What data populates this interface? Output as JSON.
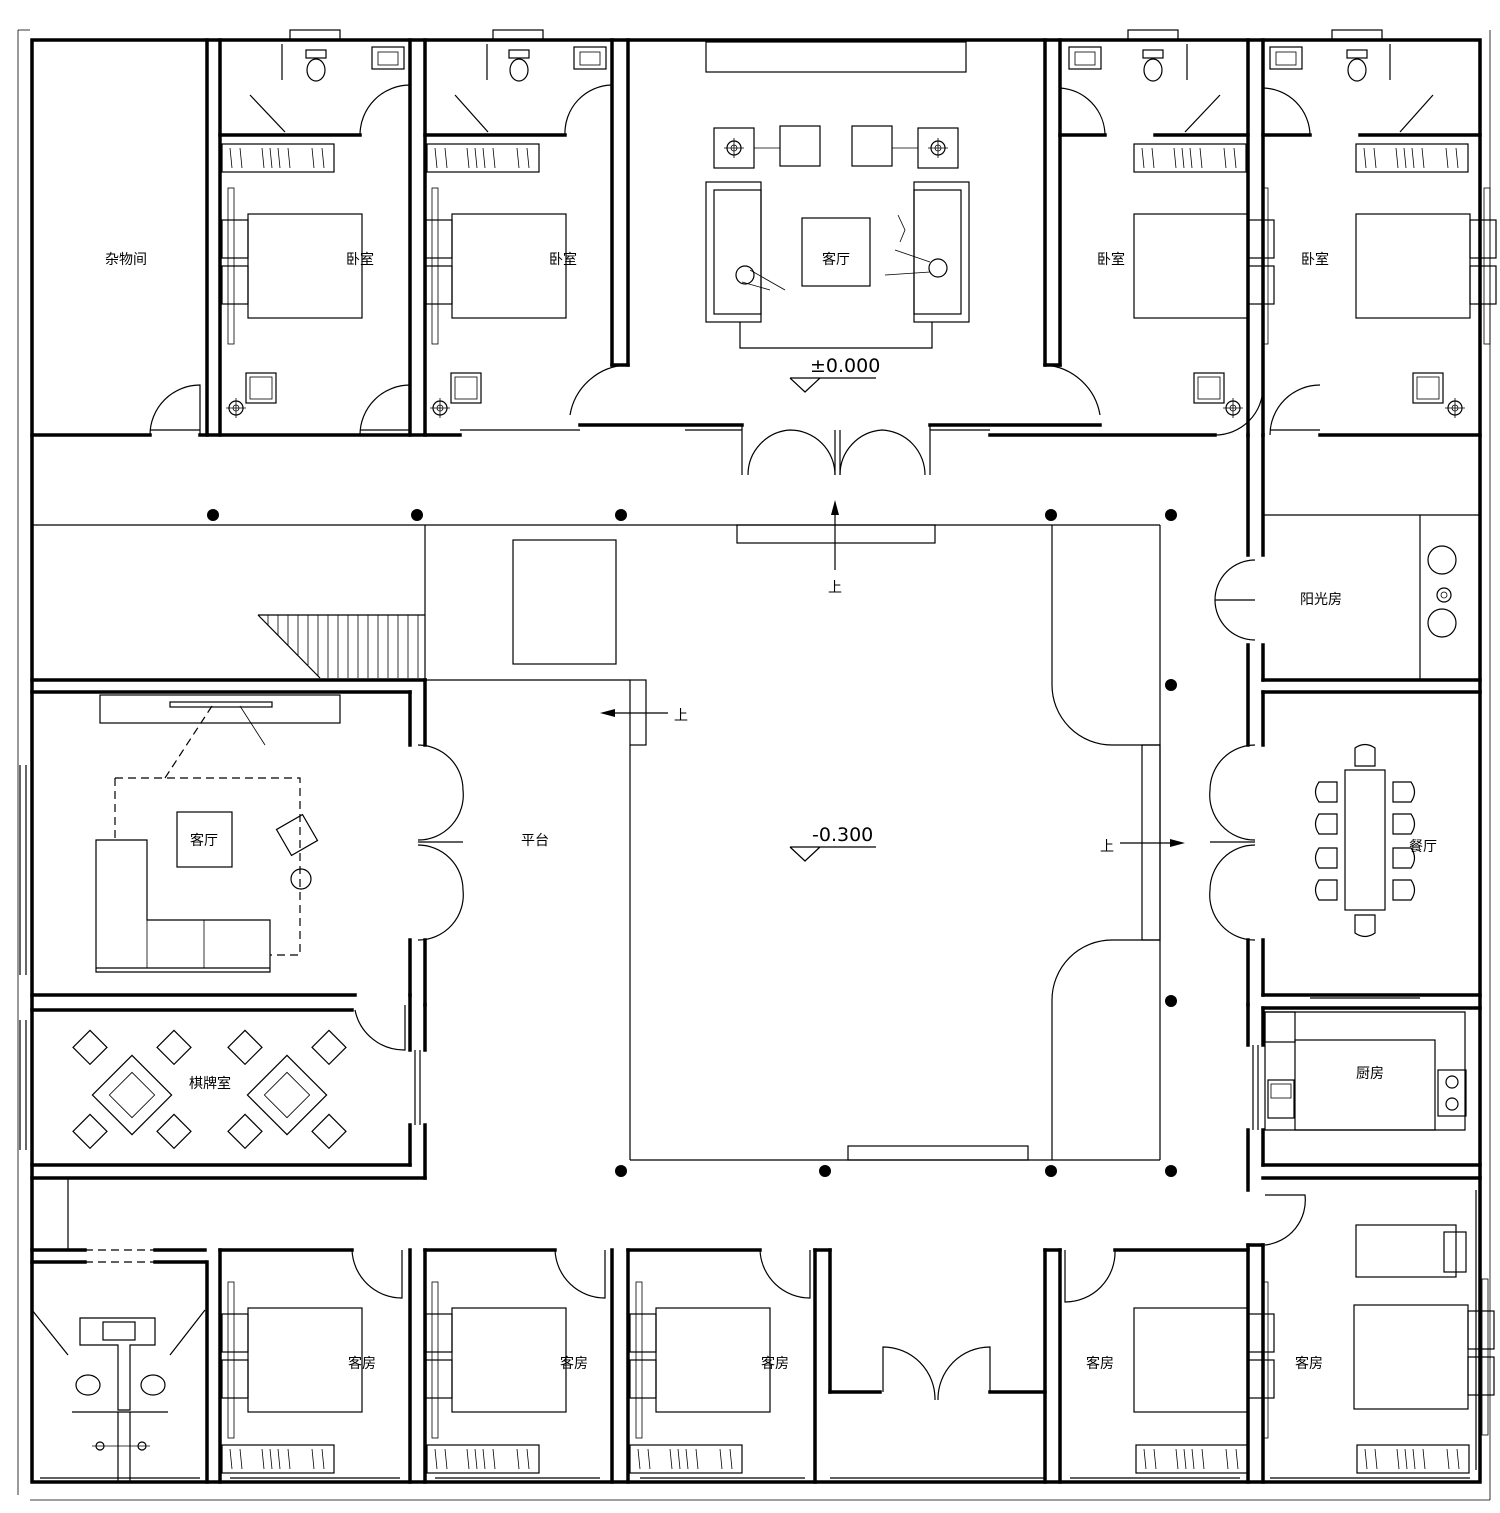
{
  "floor_plan": {
    "rooms": {
      "storage": "杂物间",
      "bedroom_1": "卧室",
      "bedroom_2": "卧室",
      "bedroom_3": "卧室",
      "bedroom_4": "卧室",
      "living_main": "客厅",
      "living_west": "客厅",
      "platform": "平台",
      "sunroom": "阳光房",
      "dining": "餐厅",
      "chess_room": "棋牌室",
      "kitchen": "厨房",
      "guest_1": "客房",
      "guest_2": "客房",
      "guest_3": "客房",
      "guest_4": "客房",
      "guest_5": "客房"
    },
    "levels": {
      "main_hall": "±0.000",
      "courtyard": "-0.300"
    },
    "stair_up": "上"
  }
}
